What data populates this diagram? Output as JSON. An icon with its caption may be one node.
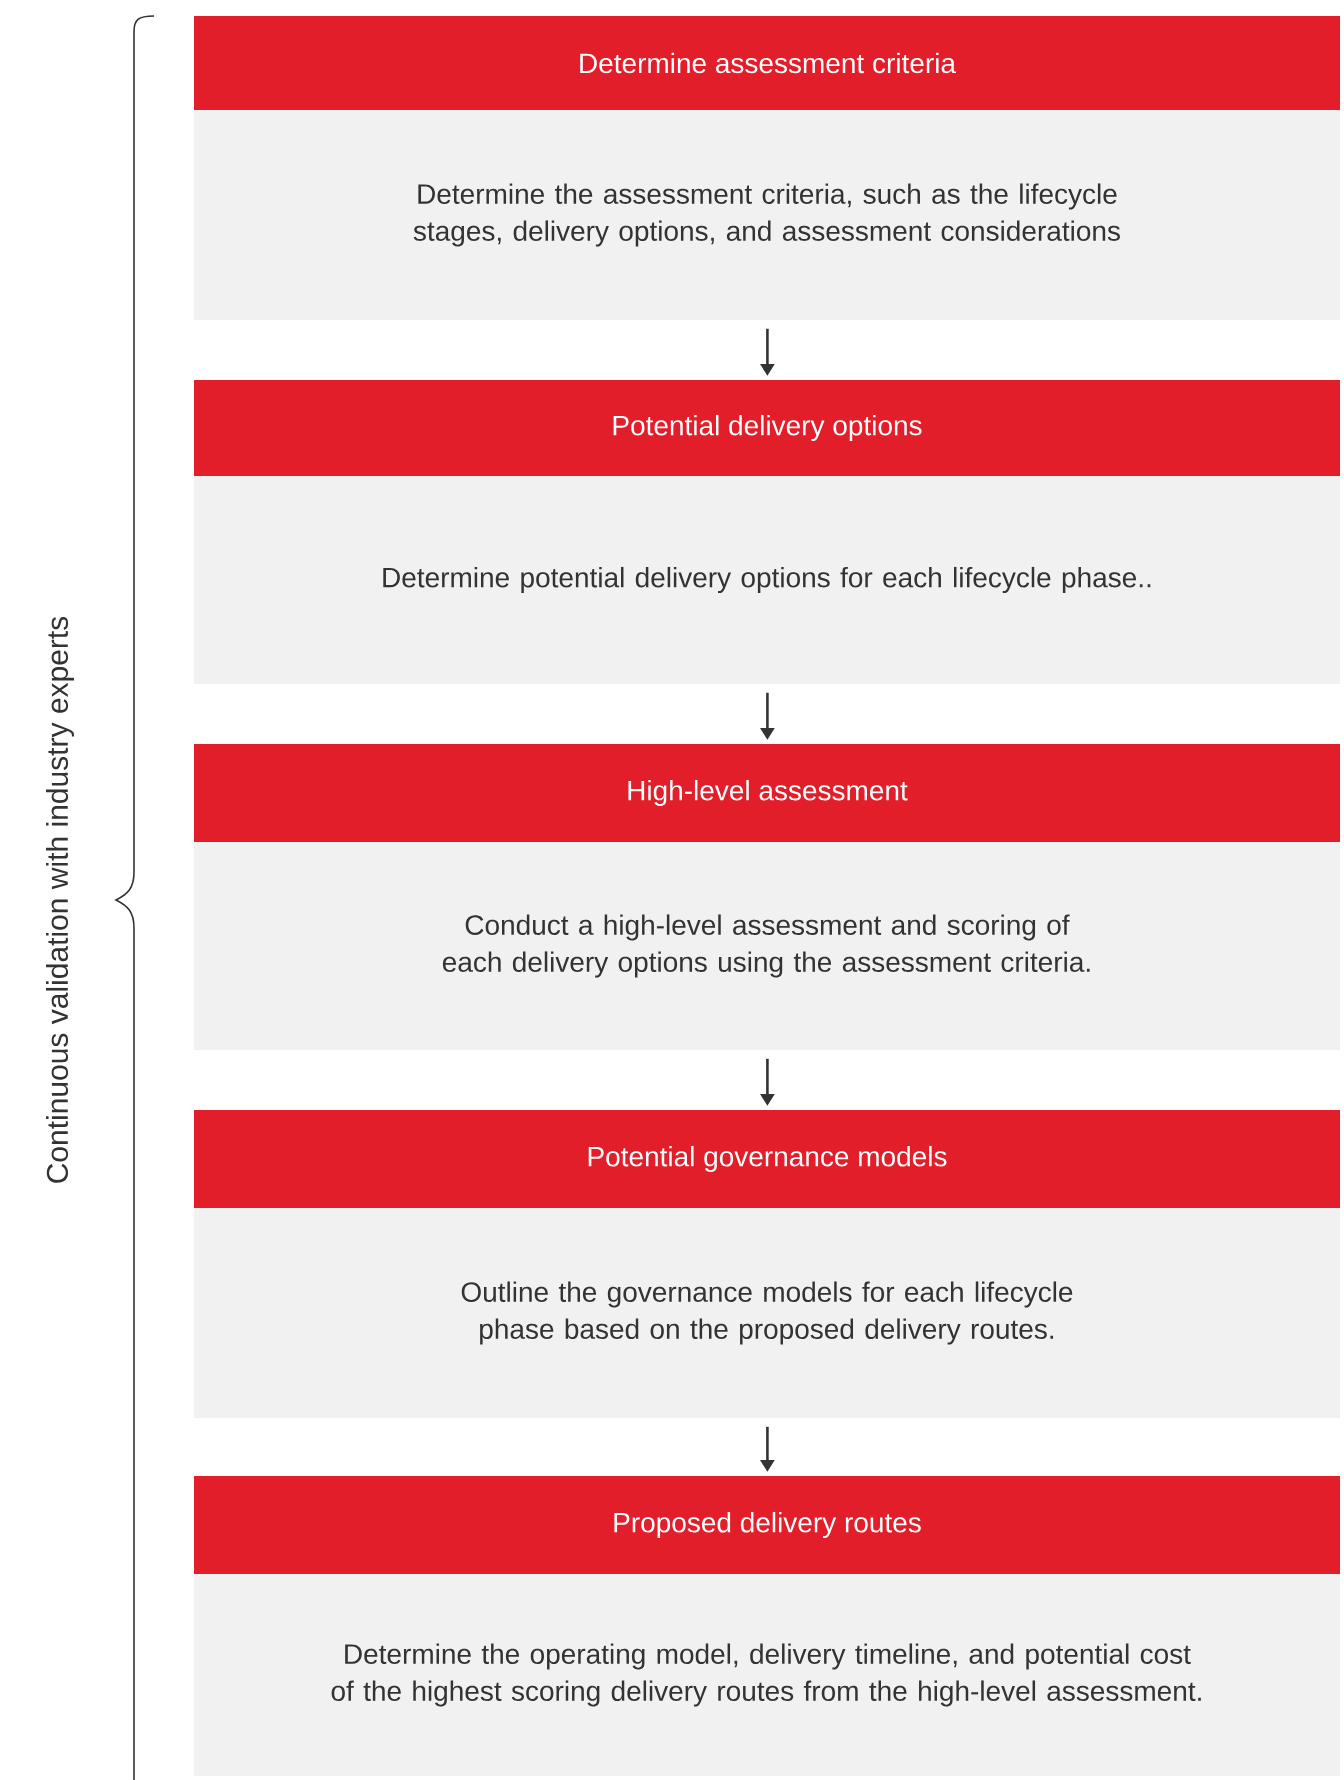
{
  "diagram": {
    "nodes": [
      {
        "text": [
          "Determine assessment criteria",
          "Determine the assessment criteria, such as the lifecycle stages, delivery options, and assessment considerations"
        ]
      },
      {
        "text": [
          "Potential delivery options",
          "Determine potential delivery options for each lifecycle phase.."
        ]
      },
      {
        "text": [
          "High-level assessment",
          "Conduct a high-level assessment and scoring of each delivery options using the assessment criteria."
        ]
      },
      {
        "text": [
          "Potential governance models",
          "Outline the governance models for each lifecycle phase based on the proposed delivery routes."
        ]
      },
      {
        "text": [
          "Proposed delivery routes",
          "Determine the operating model, delivery timeline, and potential cost of the highest scoring delivery routes from the high-level assessment."
        ]
      }
    ],
    "edges": [
      {
        "from": 0,
        "to": 1,
        "arrow": "to"
      },
      {
        "from": 1,
        "to": 2,
        "arrow": "to"
      },
      {
        "from": 2,
        "to": 3,
        "arrow": "to"
      },
      {
        "from": 3,
        "to": 4,
        "arrow": "to"
      }
    ],
    "labels": [
      "Continuous validation with industry experts"
    ]
  }
}
